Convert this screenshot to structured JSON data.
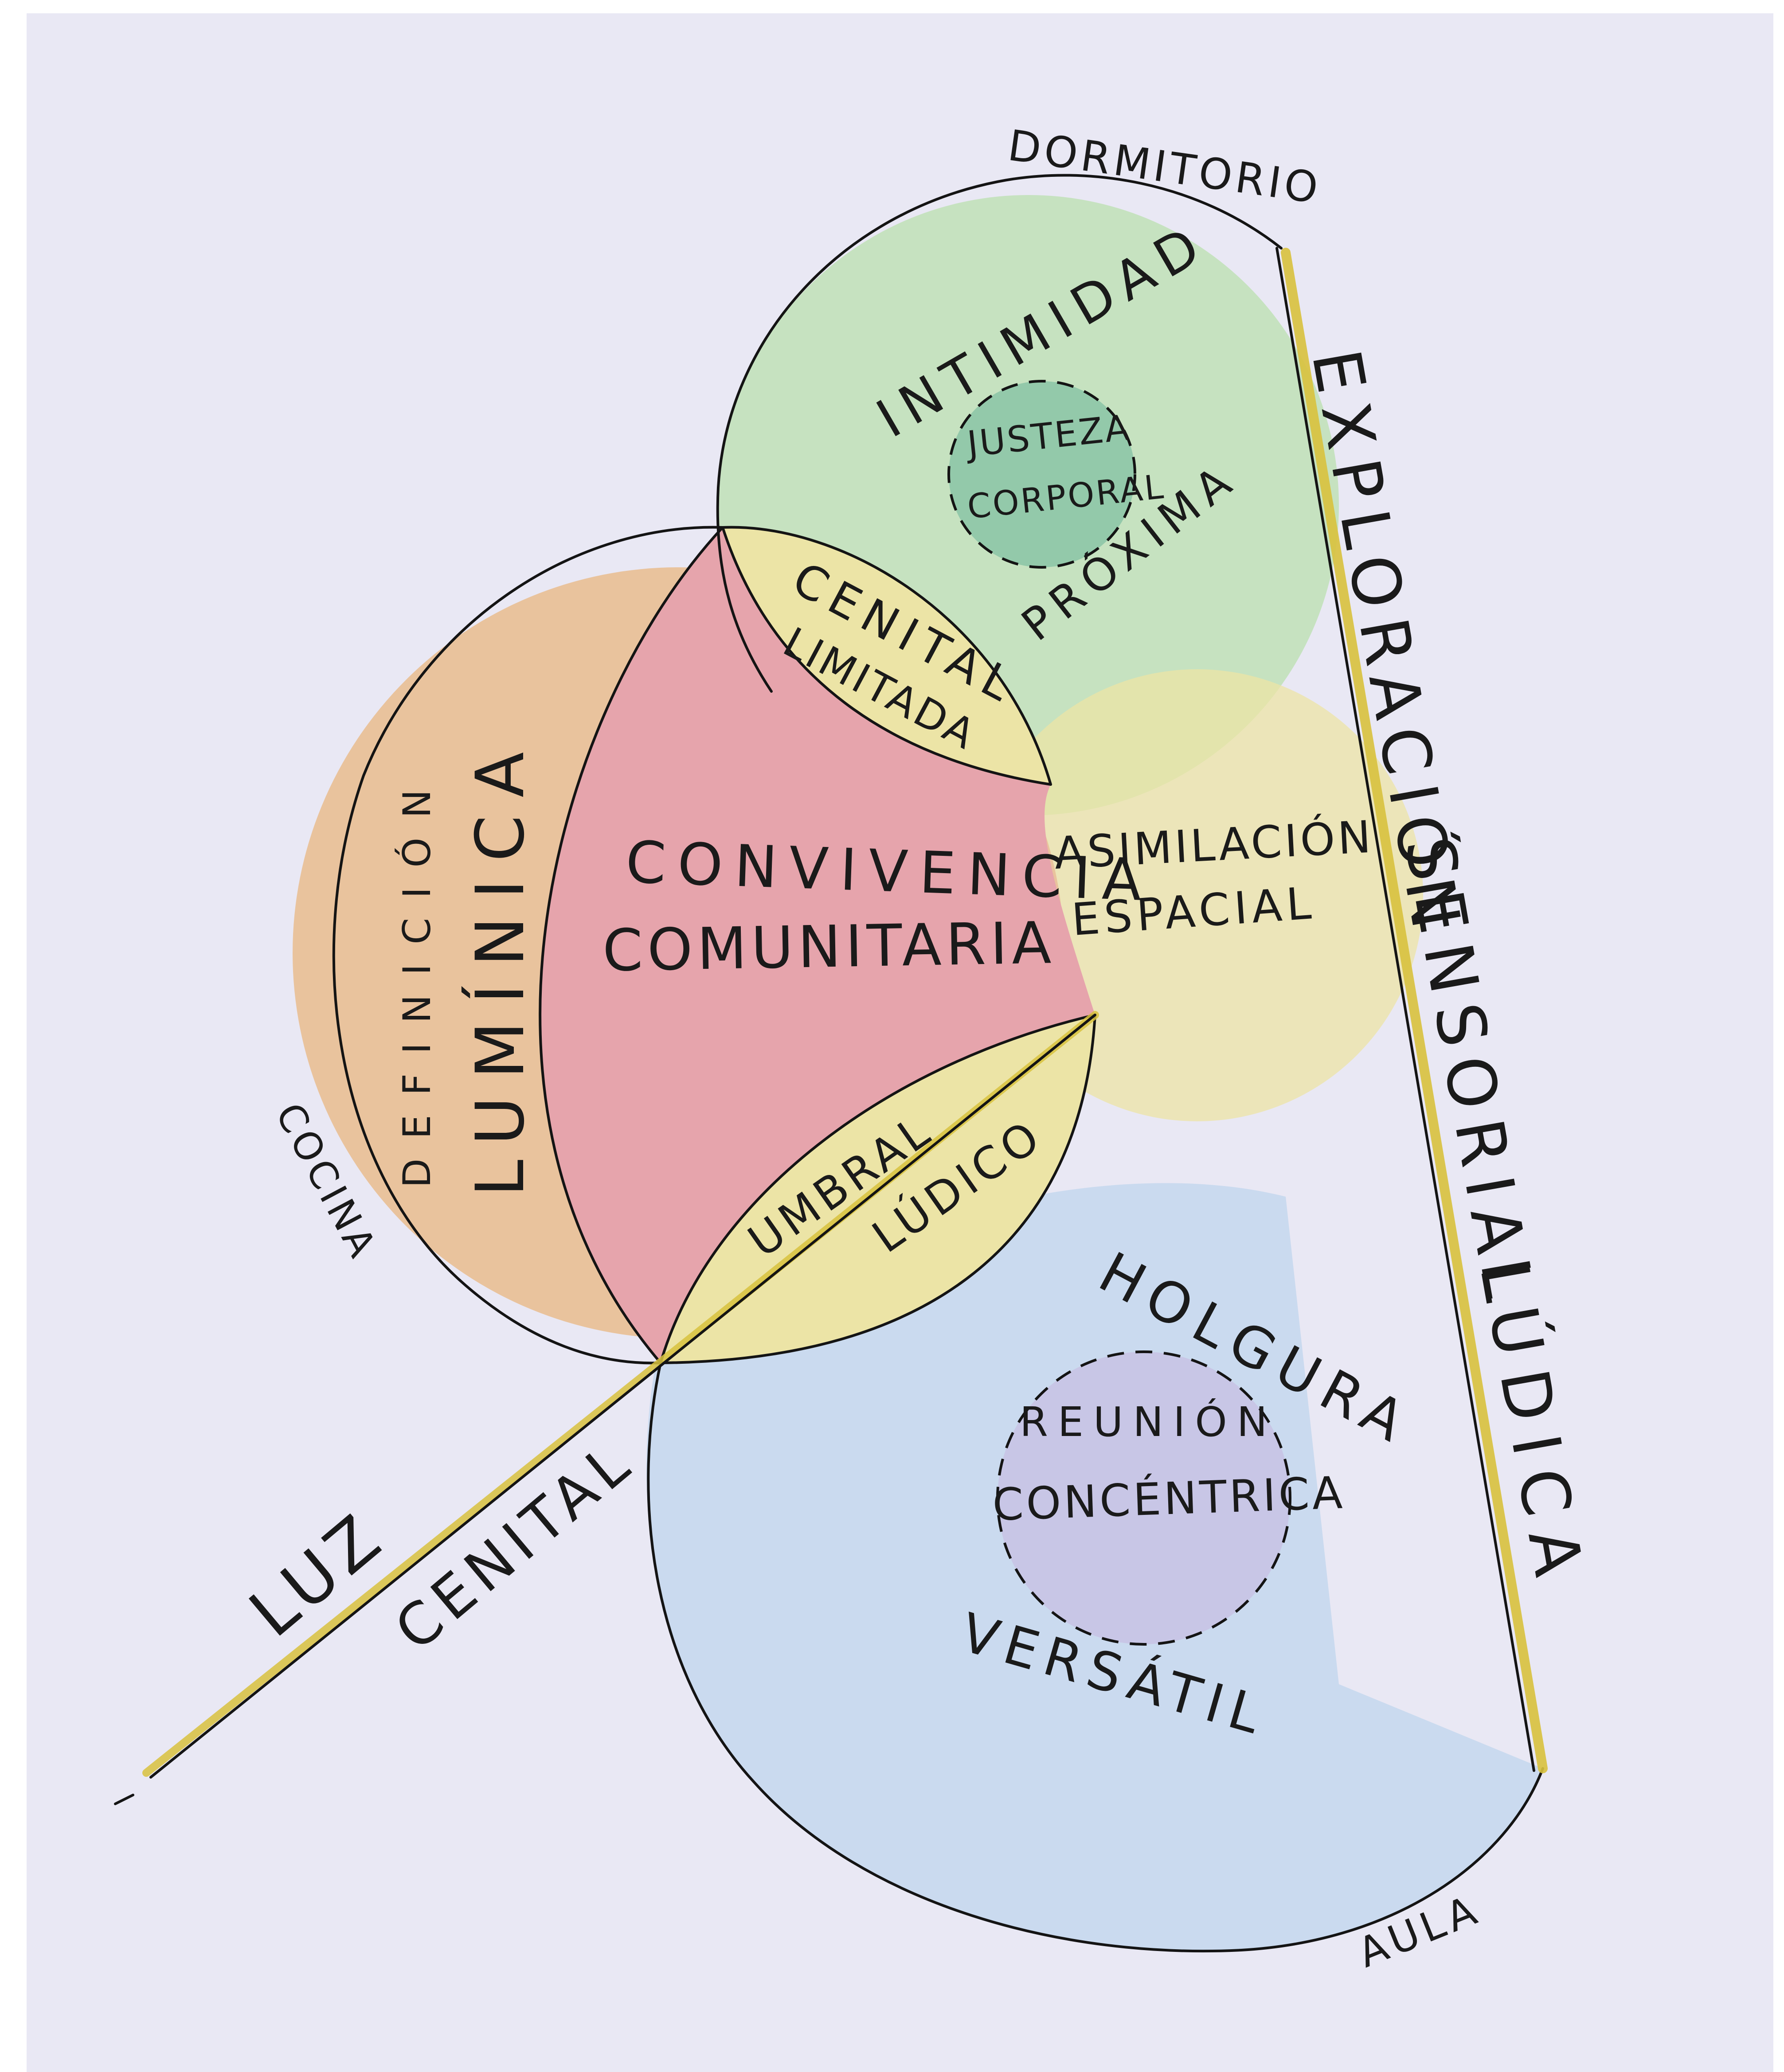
{
  "colors": {
    "paper": "#e9e8f4",
    "green": "#bfe0b6",
    "dark_green": "#93c9aa",
    "orange": "#e9c39d",
    "red": "#e6a4ac",
    "yellow": "#ece4a6",
    "blue": "#c6d8ee",
    "purple": "#c8c6e6",
    "yellow_line": "#d9c23e",
    "ink": "#141414"
  },
  "diagram": {
    "dormitorio": "DORMITORIO",
    "intimidad": "INTIMIDAD",
    "justeza": "JUSTEZA",
    "corporal": "CORPORAL",
    "proxima": "PRÓXIMA",
    "cenital": "CENITAL",
    "limitada": "LIMITADA",
    "convivencia": "CONVIVENCIA",
    "comunitaria": "COMUNITARIA",
    "asimilacion": "ASIMILACIÓN",
    "espacial": "ESPACIAL",
    "definicion": "DEFINICIÓN",
    "luminica": "LUMÍNICA",
    "cocina": "COCINA",
    "umbral": "UMBRAL",
    "ludico": "LÚDICO",
    "holgura": "HOLGURA",
    "reunion": "REUNIÓN",
    "concentrica": "CONCÉNTRICA",
    "versatil": "VERSÁTIL",
    "luz": "LUZ",
    "cenital_line": "CENITAL",
    "exploracion": "EXPLORACIÓN",
    "sensorial": "SENSORIAL",
    "ludica": "LÚDICA",
    "aula": "AULA"
  }
}
